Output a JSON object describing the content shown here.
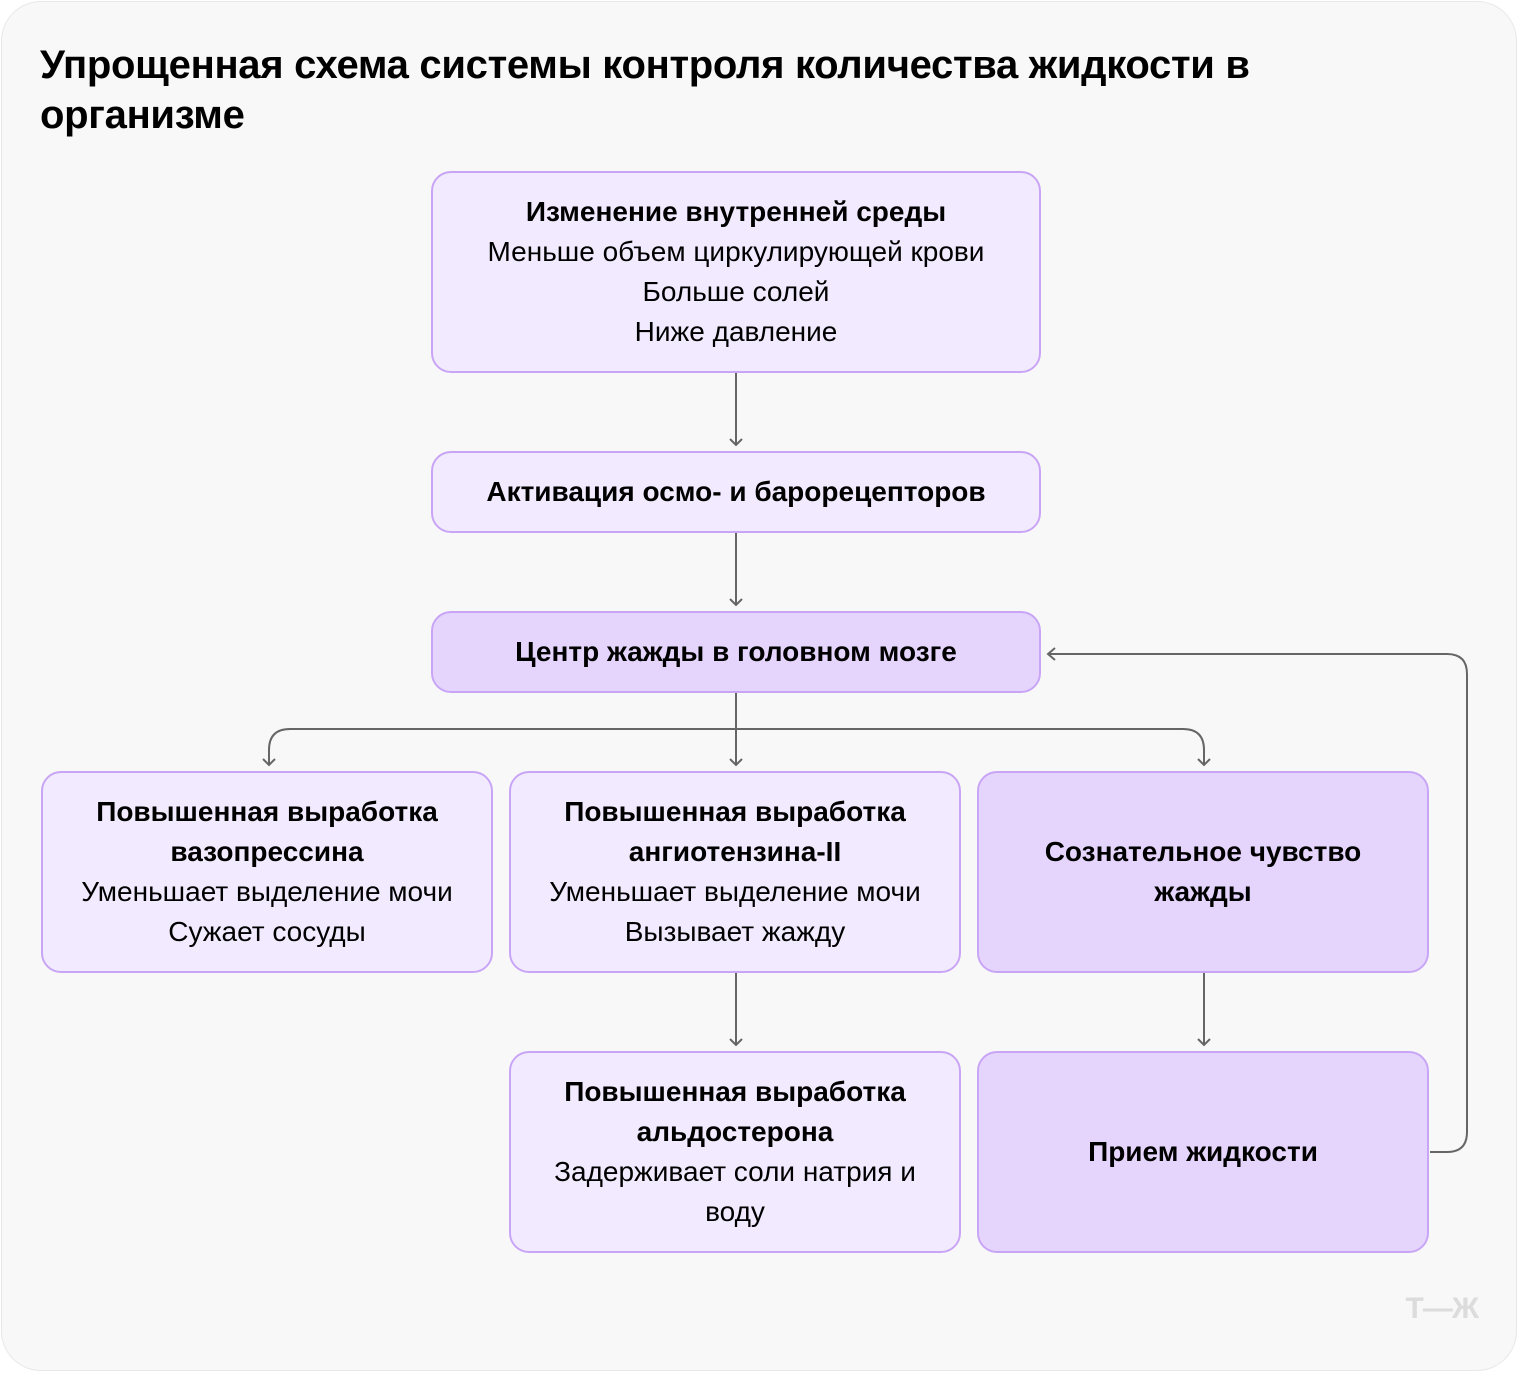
{
  "title": "Упрощенная схема системы контроля количества жидкости в организме",
  "colors": {
    "background": "#f8f8f8",
    "box_light": "#f2eafe",
    "box_strong": "#e5d5fd",
    "box_border": "#c8a6f5",
    "connector": "#666666",
    "logo": "#dcdcdc"
  },
  "nodes": {
    "environment": {
      "head": "Изменение внутренней среды",
      "lines": [
        "Меньше объем циркулирующей крови",
        "Больше солей",
        "Ниже давление"
      ]
    },
    "receptors": {
      "head": "Активация осмо- и барорецепторов"
    },
    "thirst_center": {
      "head": "Центр жажды в головном мозге"
    },
    "vasopressin": {
      "head": "Повышенная выработка вазопрессина",
      "lines": [
        "Уменьшает выделение мочи",
        "Сужает сосуды"
      ]
    },
    "angiotensin": {
      "head": "Повышенная выработка ангиотензина-II",
      "lines": [
        "Уменьшает выделение мочи",
        "Вызывает жажду"
      ]
    },
    "conscious_thirst": {
      "head": "Сознательное чувство жажды"
    },
    "aldosterone": {
      "head": "Повышенная выработка альдостерона",
      "lines": [
        "Задерживает соли натрия и воду"
      ]
    },
    "fluid_intake": {
      "head": "Прием жидкости"
    }
  },
  "edges": [
    [
      "environment",
      "receptors"
    ],
    [
      "receptors",
      "thirst_center"
    ],
    [
      "thirst_center",
      "vasopressin"
    ],
    [
      "thirst_center",
      "angiotensin"
    ],
    [
      "thirst_center",
      "conscious_thirst"
    ],
    [
      "angiotensin",
      "aldosterone"
    ],
    [
      "conscious_thirst",
      "fluid_intake"
    ],
    [
      "fluid_intake",
      "thirst_center"
    ]
  ],
  "logo": "Т—Ж"
}
